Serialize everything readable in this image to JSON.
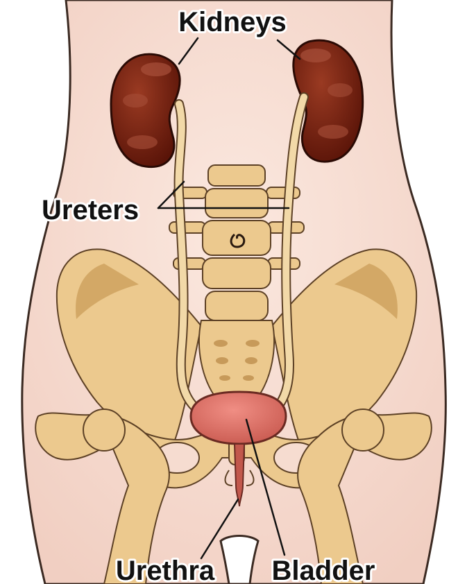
{
  "labels": {
    "kidneys": "Kidneys",
    "ureters": "Ureters",
    "urethra": "Urethra",
    "bladder": "Bladder"
  },
  "colors": {
    "skin": "#f6dcd0",
    "body_outline": "#3b2a22",
    "kidney": "#6e1a0c",
    "kidney_highlight": "#a8503a",
    "bone": "#ecc98e",
    "bladder": "#e1726a",
    "urethra": "#c2584c"
  }
}
